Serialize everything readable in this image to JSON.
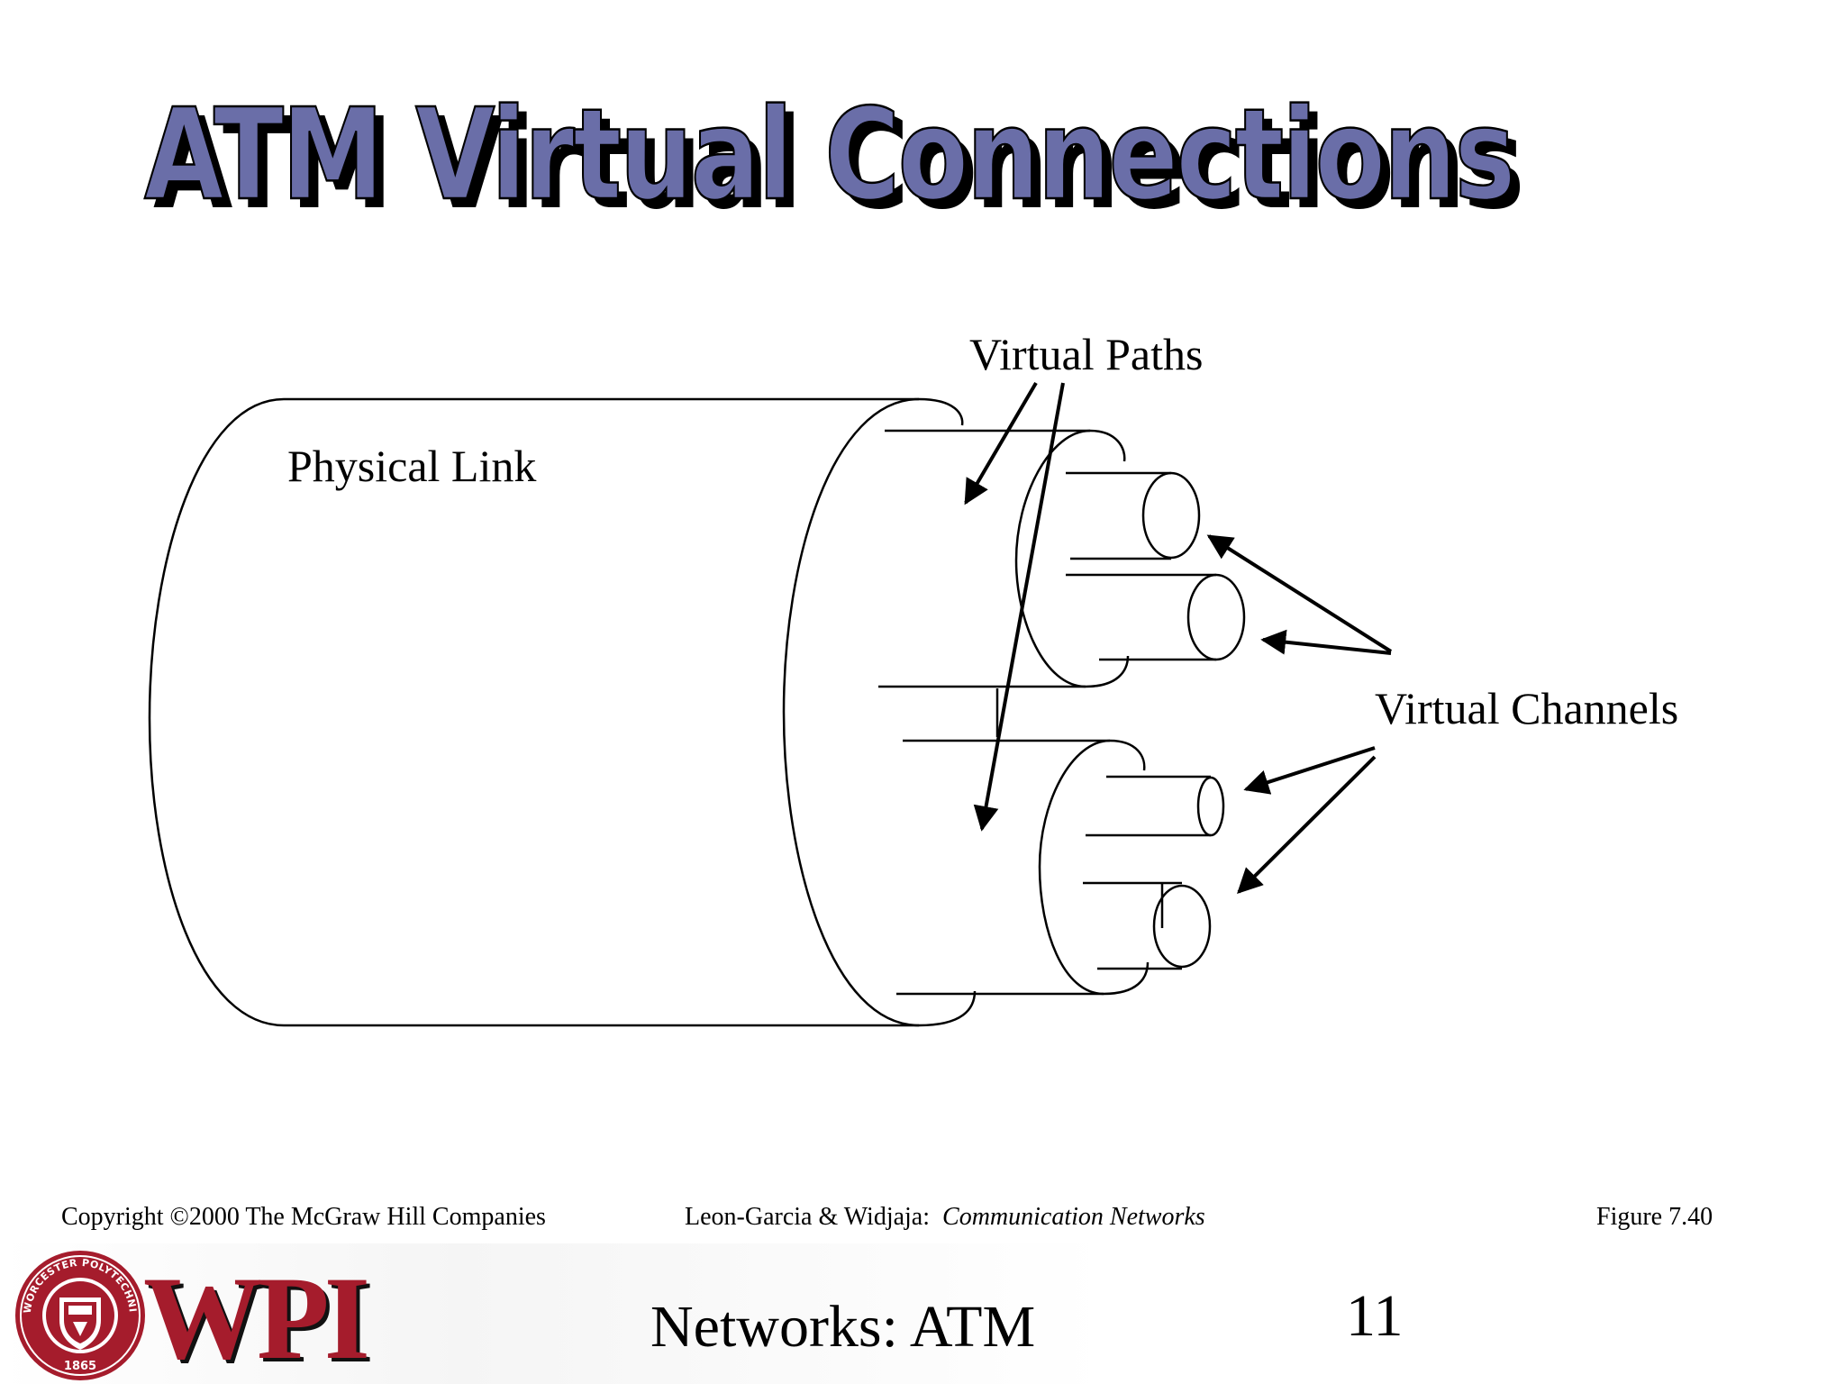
{
  "slide": {
    "title": "ATM Virtual Connections",
    "title_color": "#6a6ea8",
    "title_shadow_color": "#000000",
    "page_number": "11",
    "footer_title": "Networks: ATM"
  },
  "diagram": {
    "physical_link_label": "Physical Link",
    "virtual_paths_label": "Virtual Paths",
    "virtual_channels_label": "Virtual Channels"
  },
  "footer": {
    "copyright": "Copyright ©2000 The McGraw Hill Companies",
    "authors": "Leon-Garcia & Widjaja:",
    "book": "Communication Networks",
    "figure": "Figure 7.40"
  },
  "logo": {
    "text": "WPI",
    "seal_text": "WORCESTER POLYTECHNIC INSTITUTE",
    "seal_year": "1865",
    "brand_color": "#a51c2c"
  }
}
